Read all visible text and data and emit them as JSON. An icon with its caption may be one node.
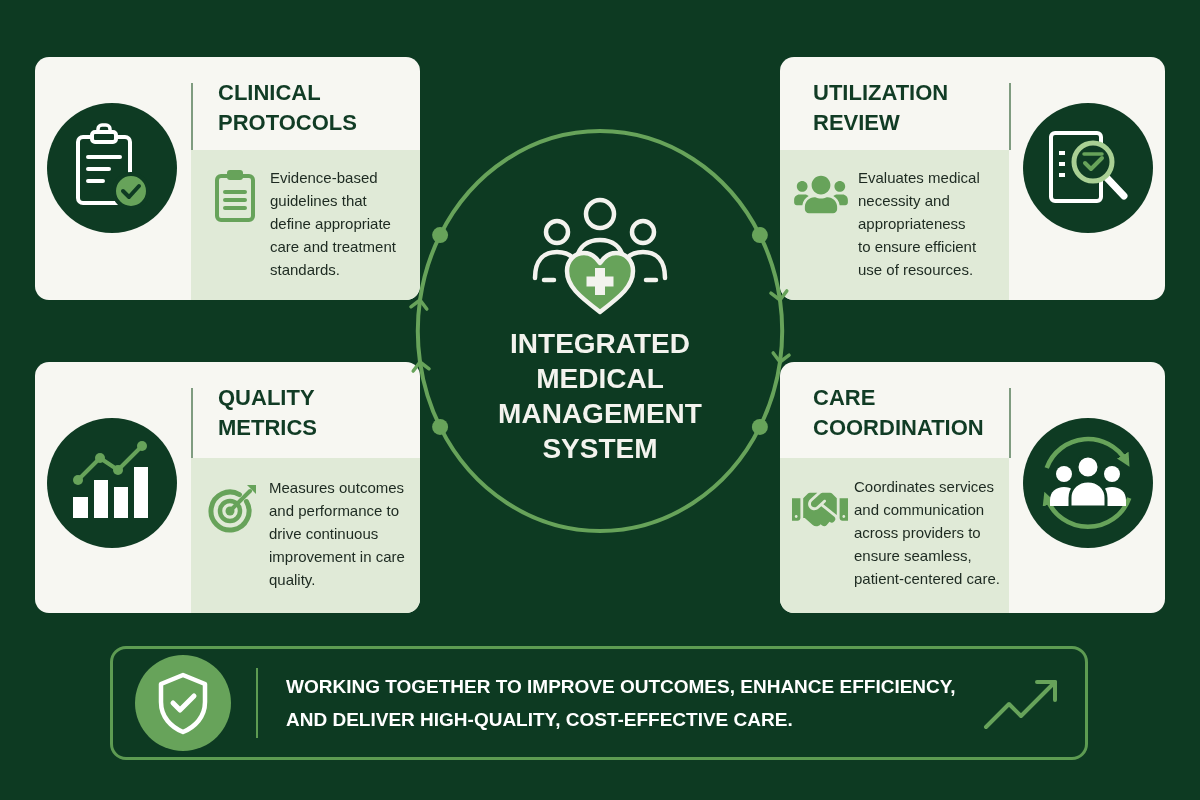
{
  "diagram": {
    "nodes": [
      {
        "text": [
          "CLINICAL PROTOCOLS",
          "Evidence-based guidelines that define appropriate care and treatment standards."
        ]
      },
      {
        "text": [
          "UTILIZATION REVIEW",
          "Evaluates medical necessity and appropriateness to ensure efficient use of resources."
        ]
      },
      {
        "text": [
          "INTEGRATED MEDICAL MANAGEMENT SYSTEM"
        ]
      },
      {
        "text": [
          "QUALITY METRICS",
          "Measures outcomes and performance to drive continuous improvement in care quality."
        ]
      },
      {
        "text": [
          "CARE COORDINATION",
          "Coordinates services and communication across providers to ensure seamless, patient-centered care."
        ]
      },
      {
        "text": [
          "WORKING TOGETHER TO IMPROVE OUTCOMES, ENHANCE EFFICIENCY, AND DELIVER HIGH-QUALITY, COST-EFFECTIVE CARE."
        ]
      }
    ],
    "edges": [
      {
        "from": 0,
        "to": 1,
        "arrow": "to"
      },
      {
        "from": 1,
        "to": 4,
        "arrow": "to"
      },
      {
        "from": 4,
        "to": 3,
        "arrow": "to"
      },
      {
        "from": 3,
        "to": 0,
        "arrow": "to"
      }
    ]
  }
}
